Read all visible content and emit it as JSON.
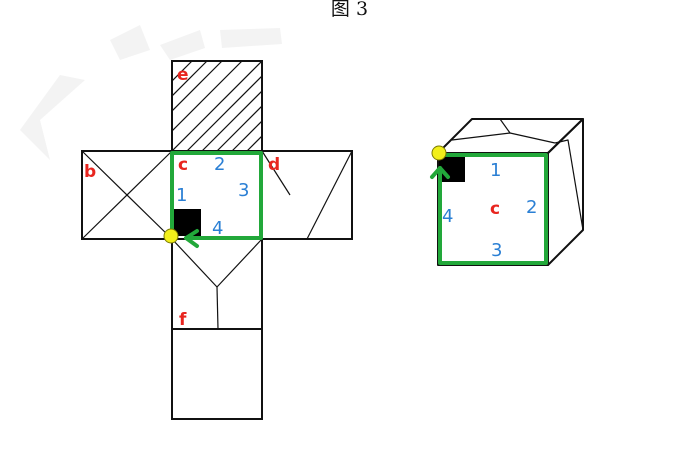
{
  "figure": {
    "caption": "图 3"
  },
  "net": {
    "face_labels": {
      "e": "e",
      "b": "b",
      "c": "c",
      "d": "d",
      "f": "f"
    },
    "edge_labels": {
      "one": "1",
      "two": "2",
      "three": "3",
      "four": "4"
    }
  },
  "cube": {
    "face_label": "c",
    "edge_labels": {
      "one": "1",
      "two": "2",
      "three": "3",
      "four": "4"
    }
  },
  "colors": {
    "outline": "#111111",
    "green_path": "#22a83a",
    "face_label": "#e8251f",
    "edge_label": "#2a7fd4",
    "marker": "#f2ef1a",
    "corner_block": "#000000"
  }
}
